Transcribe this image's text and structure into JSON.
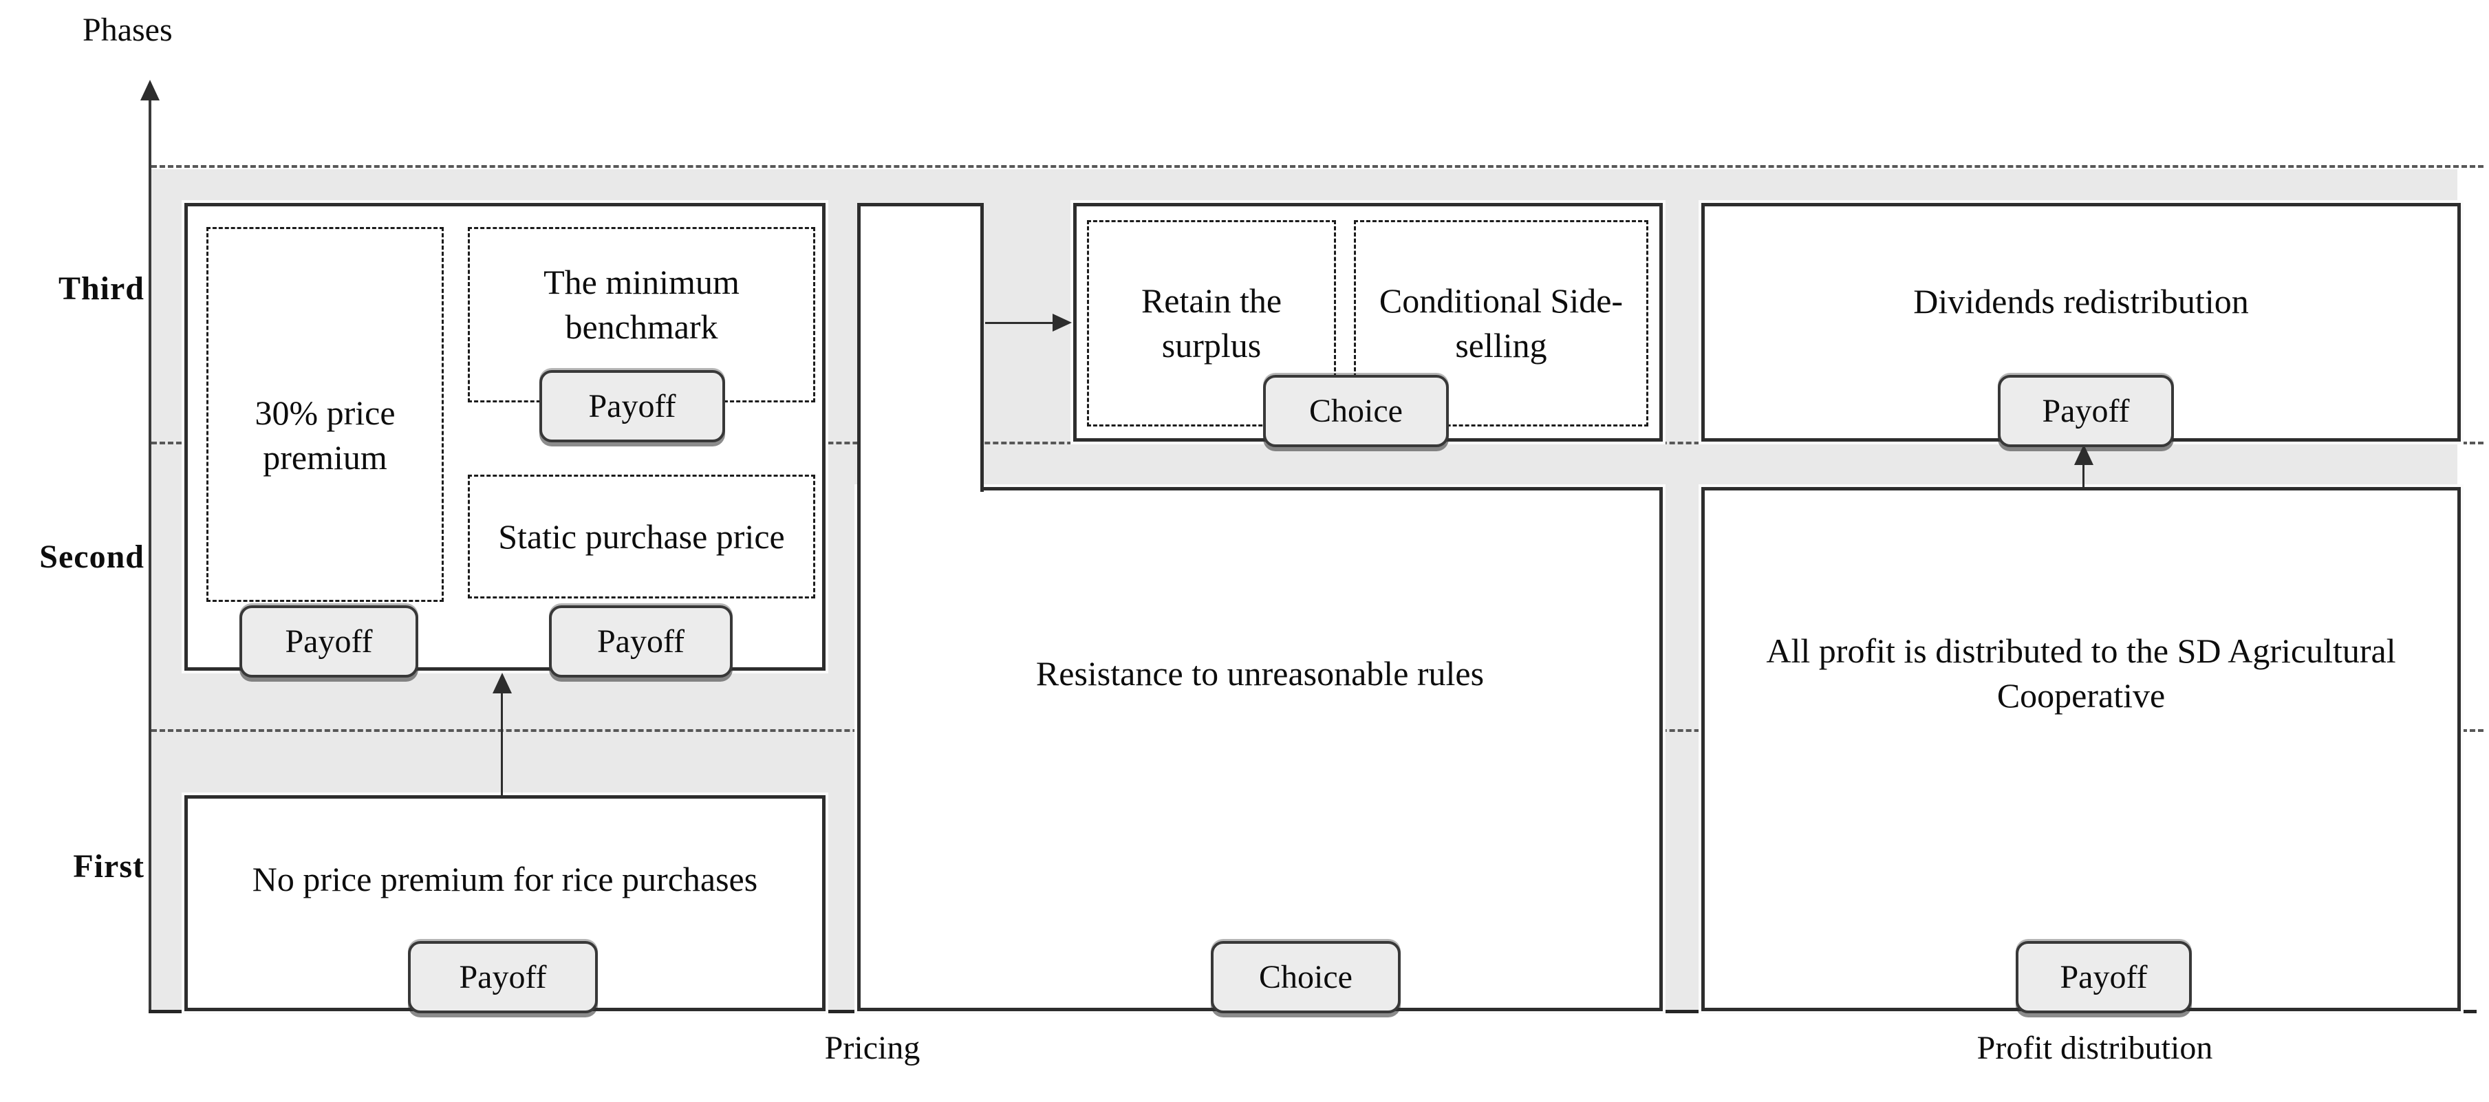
{
  "figure": {
    "y_axis_label": "Phases",
    "x_axis": {
      "left_label": "Pricing",
      "right_label": "Profit distribution"
    },
    "phase_labels": {
      "third": "Third",
      "second": "Second",
      "first": "First"
    },
    "buttons": {
      "payoff": "Payoff",
      "choice": "Choice"
    },
    "pricing_column": {
      "premium_box": "30% price premium",
      "benchmark_box": "The minimum benchmark",
      "static_box": "Static purchase price",
      "first_phase_box": "No price premium for rice purchases"
    },
    "choice_column": {
      "retain_box": "Retain the surplus",
      "side_selling_box": "Conditional Side-selling",
      "resistance_box": "Resistance to unreasonable rules"
    },
    "profit_column": {
      "dividends_box": "Dividends redistribution",
      "all_profit_box": "All profit is distributed to the SD Agricultural Cooperative"
    },
    "colors": {
      "band": "#e9e9e9",
      "line": "#2d2d2d",
      "button_fill": "#ececec"
    }
  }
}
